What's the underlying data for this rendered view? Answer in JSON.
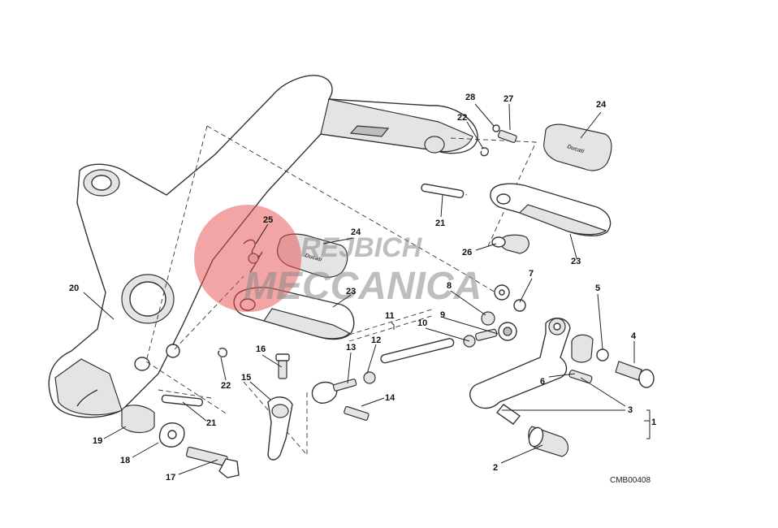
{
  "drawing_code": "CMB00408",
  "watermark": {
    "line1": "REJBICH",
    "line2": "MECCANICA",
    "disc_color": "#e84a4a"
  },
  "pad_logo": "Ducati",
  "callouts": [
    "1",
    "2",
    "3",
    "4",
    "5",
    "6",
    "7",
    "8",
    "9",
    "10",
    "11",
    "12",
    "13",
    "14",
    "15",
    "16",
    "17",
    "18",
    "19",
    "20",
    "21",
    "21",
    "22",
    "22",
    "23",
    "23",
    "24",
    "24",
    "25",
    "26",
    "27",
    "28"
  ]
}
